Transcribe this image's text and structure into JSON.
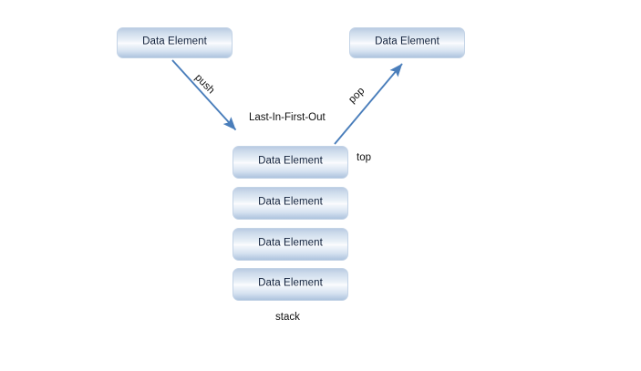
{
  "diagram": {
    "title_text": "Last-In-First-Out",
    "background_color": "#ffffff",
    "box_fill_top": "#b9cbe2",
    "box_fill_mid": "#fbfcfe",
    "box_fill_bottom": "#aec4de",
    "box_border_color": "#c3d3e6",
    "arrow_color": "#4a7ebb",
    "text_color": "#101010"
  },
  "top_boxes": [
    {
      "label": "Data Element"
    },
    {
      "label": "Data Element"
    }
  ],
  "arrows": [
    {
      "name": "push",
      "label": "push",
      "direction": "down-right",
      "from": "source-element",
      "to": "stack-top"
    },
    {
      "name": "pop",
      "label": "pop",
      "direction": "up-right",
      "from": "stack-top",
      "to": "popped-element"
    }
  ],
  "center_label": "Last-In-First-Out",
  "stack": {
    "top_marker": "top",
    "caption": "stack",
    "items": [
      {
        "label": "Data Element"
      },
      {
        "label": "Data Element"
      },
      {
        "label": "Data Element"
      },
      {
        "label": "Data Element"
      }
    ]
  }
}
